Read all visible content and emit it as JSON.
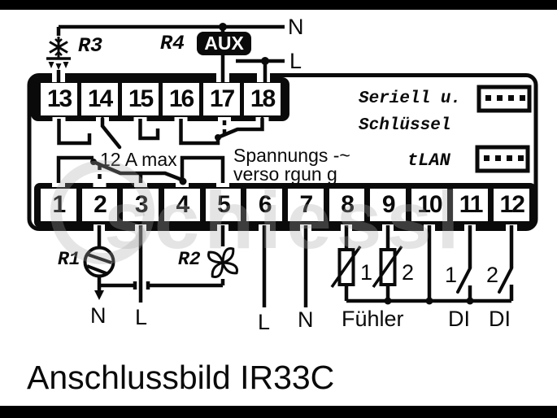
{
  "title": "Anschlussbild IR33C",
  "watermark": {
    "text": "schiessl"
  },
  "colors": {
    "ink": "#0a0a0a",
    "paper": "#ffffff",
    "aux_bg": "#0a0a0a",
    "aux_text": "#ffffff"
  },
  "terminals": {
    "upper": [
      "13",
      "14",
      "15",
      "16",
      "17",
      "18"
    ],
    "lower": [
      "1",
      "2",
      "3",
      "4",
      "5",
      "6",
      "7",
      "8",
      "9",
      "10",
      "11",
      "12"
    ]
  },
  "top": {
    "n": "N",
    "l": "L",
    "r3": "R3",
    "r4": "R4",
    "aux": "AUX"
  },
  "device": {
    "serial_line1": "Seriell u.",
    "serial_line2": "Schlüssel",
    "tlan": "tLAN",
    "max_current": "12 A max",
    "supply_line1": "Spannungs -~",
    "supply_line2": "verso rgun g"
  },
  "bottom": {
    "r1": "R1",
    "r2": "R2",
    "n_left": "N",
    "l_left": "L",
    "l_mid": "L",
    "n_mid": "N",
    "fuhler": "Fühler",
    "di_left": "DI",
    "di_right": "DI",
    "probe1": "1",
    "probe2": "2",
    "di1": "1",
    "di2": "2"
  },
  "icons": {
    "defrost": "snowflake-defrost-icon",
    "compressor": "compressor-icon",
    "fan": "fan-icon",
    "probe": "ntc-probe-icon",
    "di_switch": "switch-contact-icon",
    "serial_port": "serial-connector-icon",
    "tlan_port": "tlan-connector-icon"
  }
}
